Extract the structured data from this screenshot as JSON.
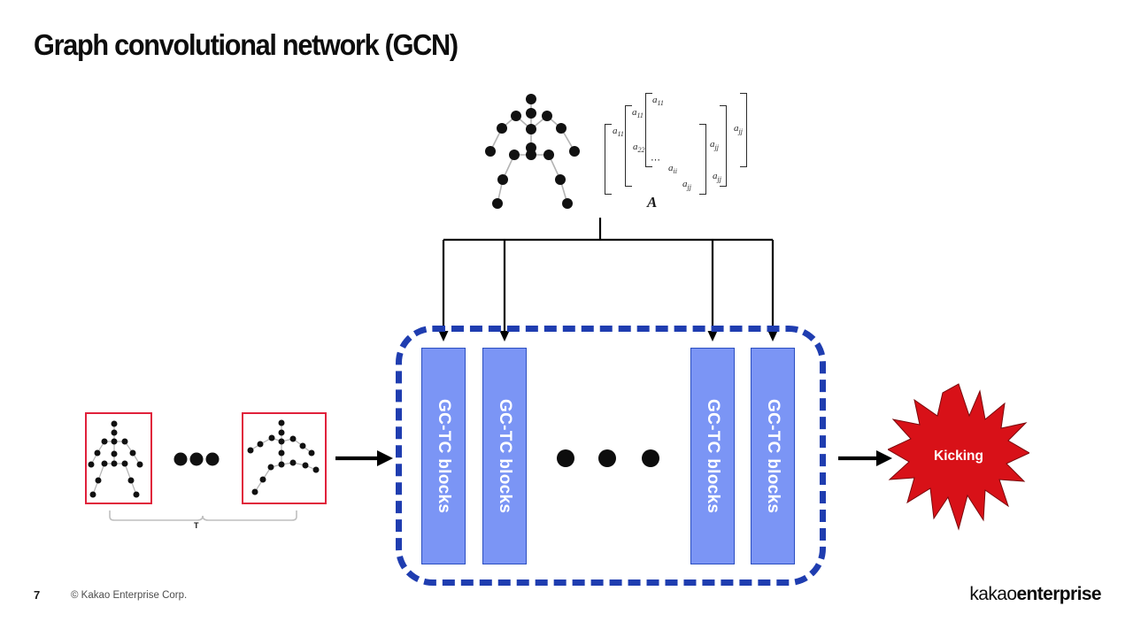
{
  "slide": {
    "title": "Graph convolutional network (GCN)",
    "page_number": "7",
    "copyright": "© Kakao Enterprise Corp.",
    "background_color": "#ffffff"
  },
  "brand": {
    "logo_light": "kakao",
    "logo_bold": "enterprise"
  },
  "graph": {
    "skeleton_label": "skeleton-graph",
    "joint_color": "#111111",
    "bone_color": "#b3b3b3"
  },
  "matrix": {
    "label": "A",
    "stack_count": 3,
    "cells": [
      {
        "text": "a",
        "sub": "11"
      },
      {
        "text": "a",
        "sub": "22"
      },
      {
        "text": "a",
        "sub": "ii"
      },
      {
        "text": "a",
        "sub": "jj"
      }
    ],
    "diagonal_dots": "⋯",
    "front_entries": [
      "a11",
      "a22",
      "⋯",
      "aii",
      "ajj"
    ],
    "bracket_color": "#2b2b2b"
  },
  "input_sequence": {
    "frame_border_color": "#e0213b",
    "frames": [
      {
        "name": "first-pose-frame",
        "pose": "standing"
      },
      {
        "name": "last-pose-frame",
        "pose": "kicking"
      }
    ],
    "ellipsis": "• • •",
    "brace_label": "T"
  },
  "backbone": {
    "container_name": "gc-tc-backbone",
    "container_border_color": "#1f3db0",
    "block_fill": "#7b95f5",
    "block_border": "#2b4ec0",
    "blocks": [
      {
        "label": "GC-TC blocks"
      },
      {
        "label": "GC-TC blocks"
      },
      {
        "label": "GC-TC blocks"
      },
      {
        "label": "GC-TC blocks"
      }
    ],
    "ellipsis_dot_count": 3
  },
  "output": {
    "label": "Kicking",
    "shape": "starburst",
    "fill_color": "#d81118",
    "text_color": "#ffffff"
  },
  "connectors": {
    "arrow_color": "#000000",
    "input_arrow": "arrow-right",
    "output_arrow": "arrow-right",
    "distribution_arrows": 4
  }
}
